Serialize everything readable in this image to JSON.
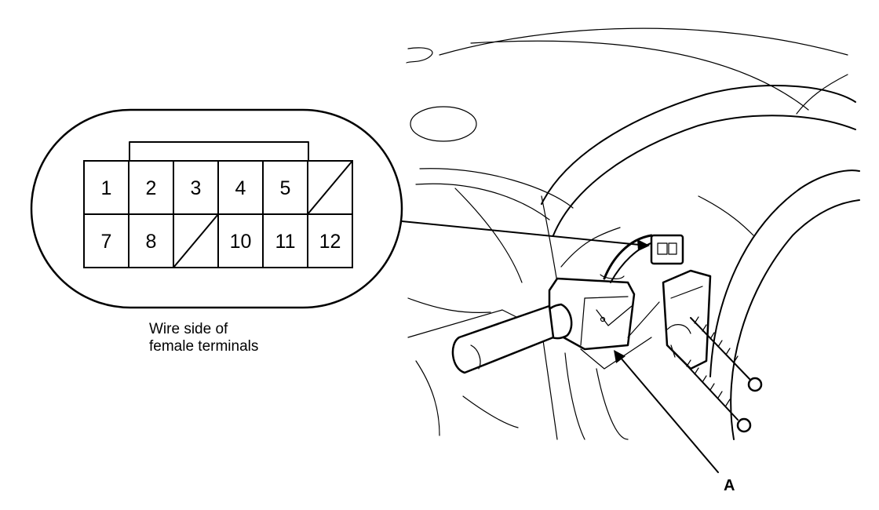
{
  "connector": {
    "top_row": [
      "1",
      "2",
      "3",
      "4",
      "5",
      ""
    ],
    "bottom_row": [
      "7",
      "8",
      "",
      "10",
      "11",
      "12"
    ]
  },
  "caption": {
    "line1": "Wire side of",
    "line2": "female terminals"
  },
  "callout": {
    "label": "A"
  },
  "colors": {
    "line": "#000000",
    "background": "#ffffff"
  }
}
